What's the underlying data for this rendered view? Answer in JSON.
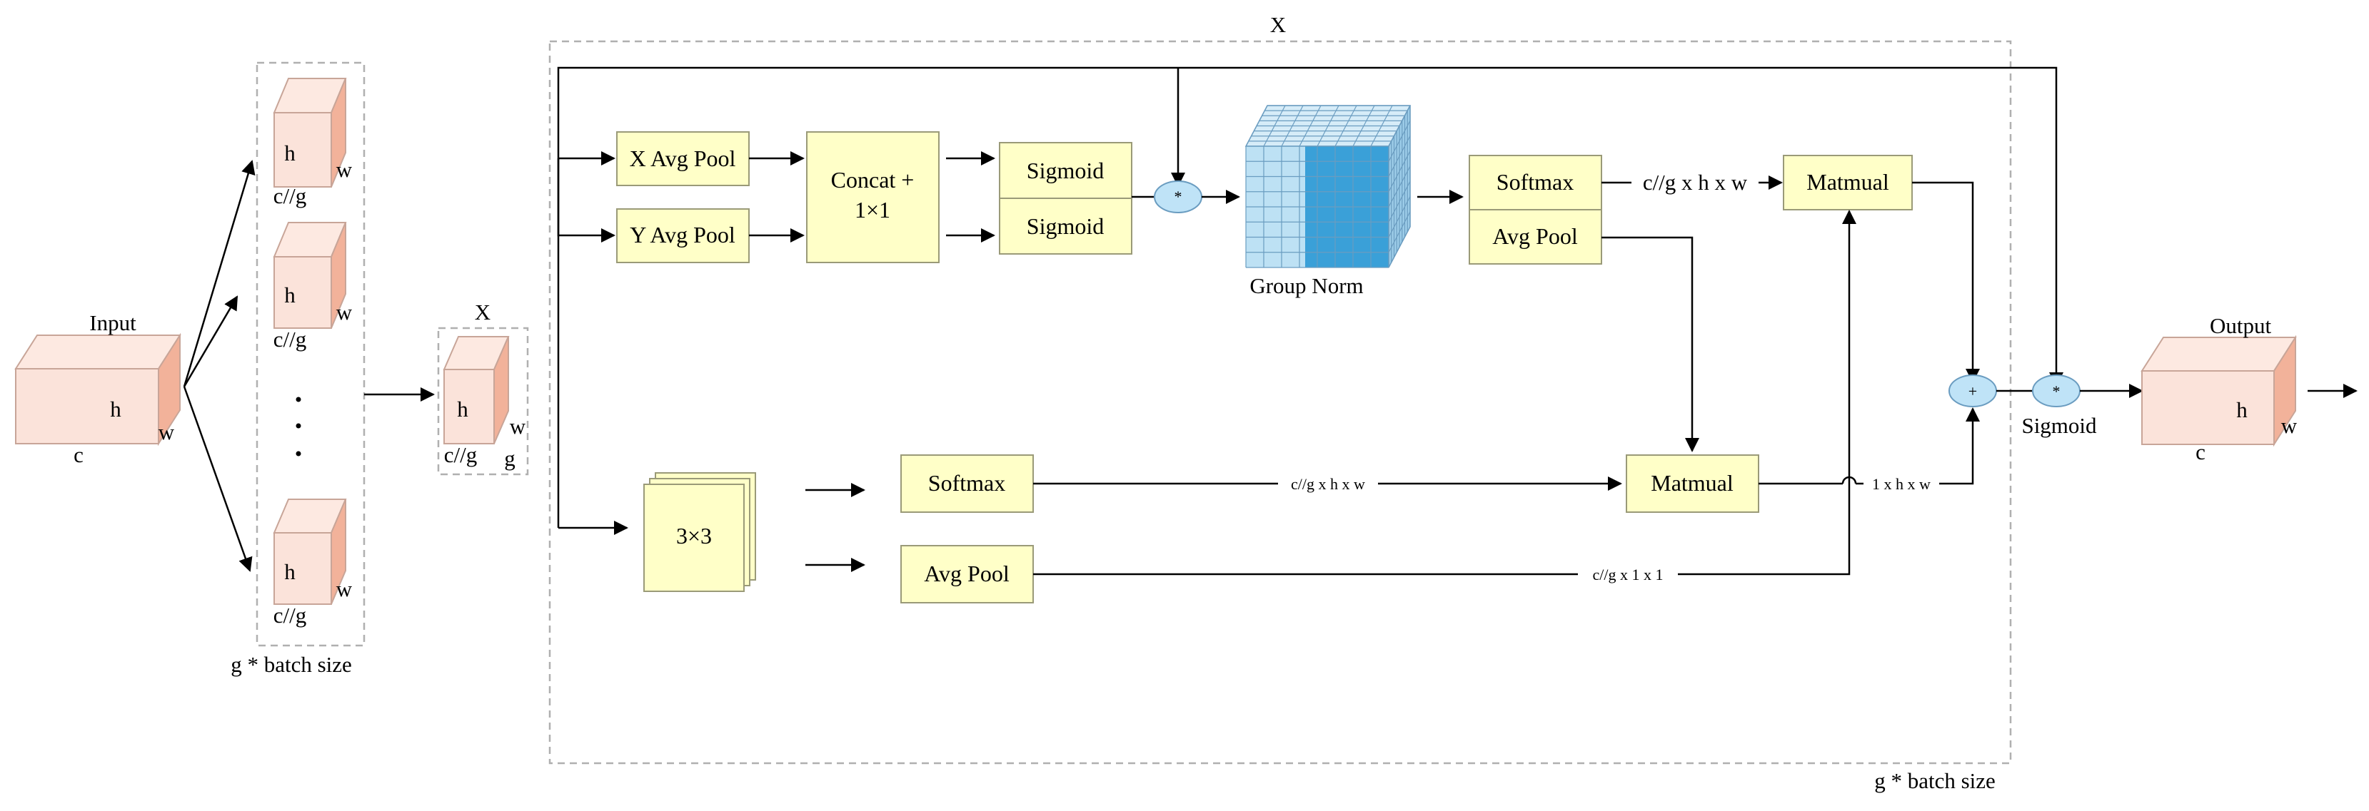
{
  "colors": {
    "block_fill": "#ffffc8",
    "tensor_front": "#fbe3da",
    "tensor_side": "#f2b29a",
    "op_fill": "#bfe3f7",
    "norm_light": "#b9dff2",
    "norm_dark": "#3aa0d8",
    "line": "#000000",
    "dashed_group": "#b0b0b0"
  },
  "input": {
    "title": "Input",
    "h": "h",
    "w": "w",
    "c": "c"
  },
  "groups": {
    "items": [
      {
        "h": "h",
        "w": "w",
        "c": "c//g"
      },
      {
        "h": "h",
        "w": "w",
        "c": "c//g"
      },
      {
        "h": "h",
        "w": "w",
        "c": "c//g"
      }
    ],
    "ellipsis": "·\n·\n·",
    "caption": "g * batch size"
  },
  "x_block": {
    "title": "X",
    "h": "h",
    "w": "w",
    "c": "c//g",
    "g": "g"
  },
  "big_group": {
    "title": "X",
    "caption": "g * batch size"
  },
  "top_branch": {
    "x_pool": "X Avg Pool",
    "y_pool": "Y Avg Pool",
    "concat_line1": "Concat +",
    "concat_line2": "1×1",
    "sigmoid_a": "Sigmoid",
    "sigmoid_b": "Sigmoid",
    "mul_op": "*",
    "group_norm": "Group Norm",
    "softmax": "Softmax",
    "avg_pool": "Avg Pool",
    "dim_label": "c//g x h x w",
    "matmul": "Matmual"
  },
  "bottom_branch": {
    "conv": "3×3",
    "softmax": "Softmax",
    "avg_pool": "Avg Pool",
    "softmax_dim": "c//g x h x w",
    "avgpool_dim": "c//g x 1 x 1",
    "matmul": "Matmual",
    "out_dim": "1 x h x w"
  },
  "combine": {
    "add_op": "+",
    "mul_op": "*",
    "sigmoid": "Sigmoid"
  },
  "output": {
    "title": "Output",
    "h": "h",
    "w": "w",
    "c": "c"
  }
}
